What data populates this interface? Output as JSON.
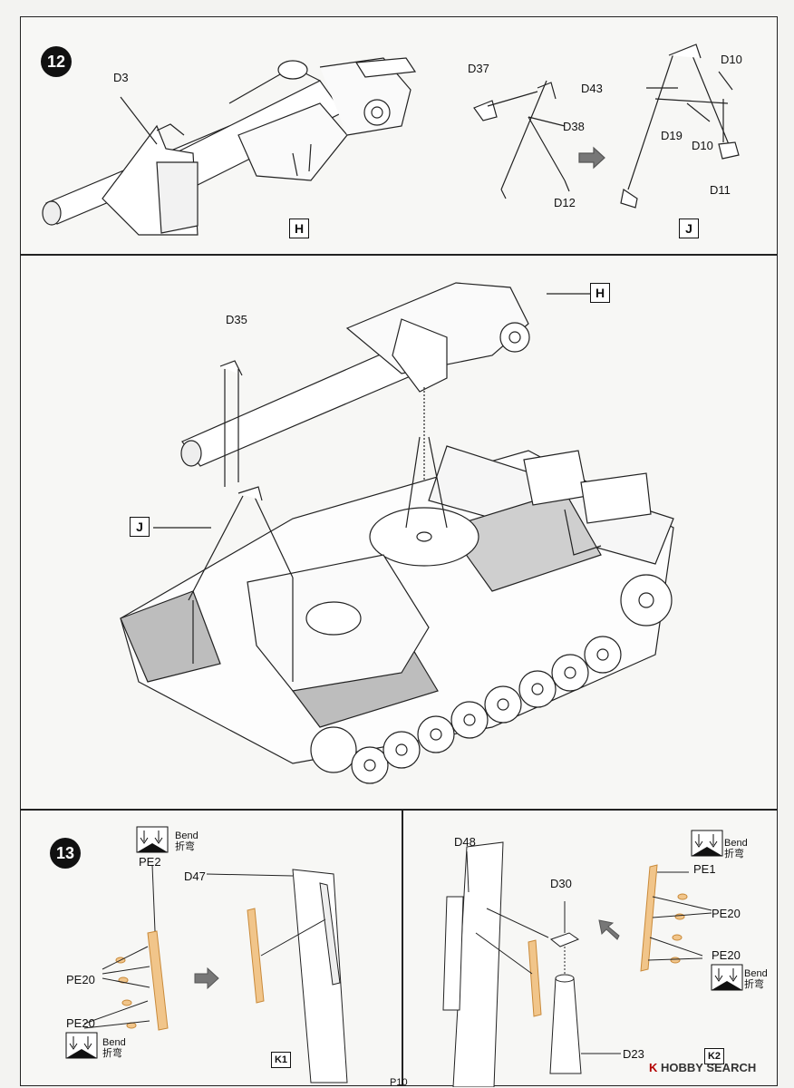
{
  "steps": {
    "step_a": "12",
    "step_b": "13"
  },
  "panel_12": {
    "labels": {
      "d3": "D3",
      "d37": "D37",
      "d38": "D38",
      "d43": "D43",
      "d10a": "D10",
      "d19": "D19",
      "d10b": "D10",
      "d11": "D11",
      "d12": "D12"
    },
    "sub_h": "H",
    "sub_j": "J"
  },
  "panel_12b": {
    "labels": {
      "d35": "D35"
    },
    "sub_h": "H",
    "sub_j": "J"
  },
  "panel_13a": {
    "labels": {
      "pe2": "PE2",
      "d47": "D47",
      "pe20a": "PE20",
      "pe20b": "PE20"
    },
    "bend_top": {
      "en": "Bend",
      "zh": "折弯"
    },
    "bend_bottom": {
      "en": "Bend",
      "zh": "折弯"
    },
    "sub_k": "K1"
  },
  "panel_13b": {
    "labels": {
      "d48": "D48",
      "d30": "D30",
      "pe1": "PE1",
      "pe20a": "PE20",
      "pe20b": "PE20",
      "d23": "D23"
    },
    "bend_top": {
      "en": "Bend",
      "zh": "折弯"
    },
    "bend_bottom": {
      "en": "Bend",
      "zh": "折弯"
    },
    "sub_k": "K2"
  },
  "footer": {
    "brand_prefix": "K",
    "brand_text": "HOBBY SEARCH",
    "page": "P10"
  },
  "colors": {
    "line": "#222222",
    "pe_fill": "#f1c58a",
    "pe_stroke": "#c98a3a",
    "panel_bg": "#f7f7f5"
  },
  "icons": [
    "arrow-right-icon",
    "bend-icon",
    "arrow-down-left-icon"
  ]
}
